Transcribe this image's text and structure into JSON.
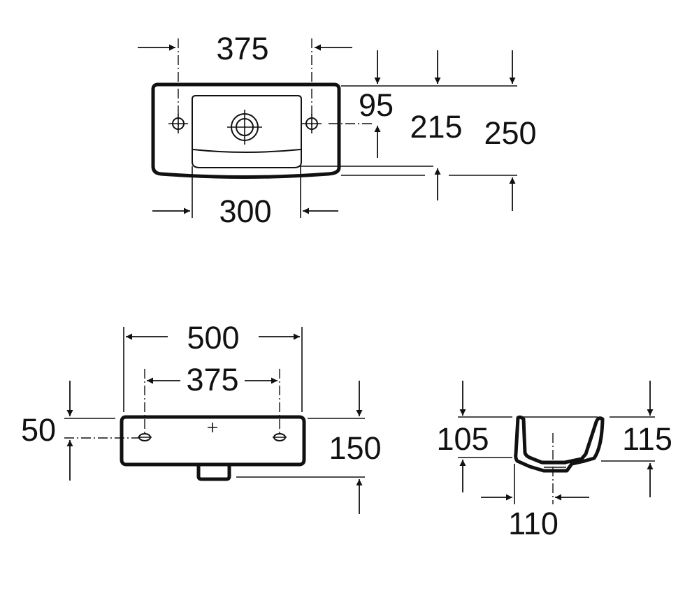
{
  "top_view": {
    "dim_tap_holes": "375",
    "dim_bowl_width": "300",
    "dim_hole_depth": "95",
    "dim_bowl_depth": "215",
    "dim_total_depth": "250"
  },
  "front_view": {
    "dim_total_width": "500",
    "dim_tap_holes": "375",
    "dim_hole_height": "50",
    "dim_total_height": "150"
  },
  "side_view": {
    "dim_front_height": "105",
    "dim_back_height": "115",
    "dim_drain_offset": "110"
  }
}
